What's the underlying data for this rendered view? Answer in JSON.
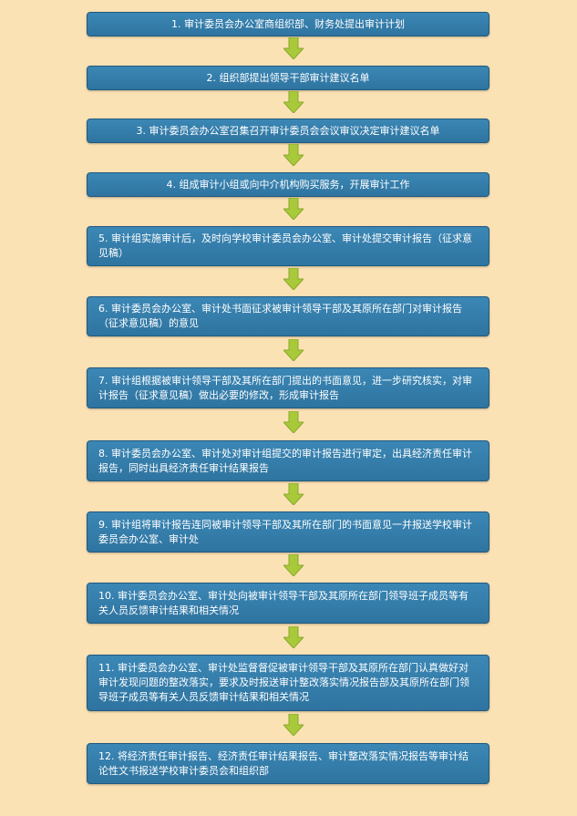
{
  "steps": [
    "1. 审计委员会办公室商组织部、财务处提出审计计划",
    "2. 组织部提出领导干部审计建议名单",
    "3. 审计委员会办公室召集召开审计委员会会议审议决定审计建议名单",
    "4. 组成审计小组或向中介机构购买服务，开展审计工作",
    "5. 审计组实施审计后，及时向学校审计委员会办公室、审计处提交审计报告（征求意见稿）",
    "6. 审计委员会办公室、审计处书面征求被审计领导干部及其原所在部门对审计报告（征求意见稿）的意见",
    "7. 审计组根据被审计领导干部及其所在部门提出的书面意见，进一步研究核实，对审计报告（征求意见稿）做出必要的修改，形成审计报告",
    "8. 审计委员会办公室、审计处对审计组提交的审计报告进行审定，出具经济责任审计报告，同时出具经济责任审计结果报告",
    "9. 审计组将审计报告连同被审计领导干部及其所在部门的书面意见一并报送学校审计委员会办公室、审计处",
    "10. 审计委员会办公室、审计处向被审计领导干部及其原所在部门领导班子成员等有关人员反馈审计结果和相关情况",
    "11. 审计委员会办公室、审计处监督督促被审计领导干部及其原所在部门认真做好对审计发现问题的整改落实，要求及时报送审计整改落实情况报告部及其原所在部门领导班子成员等有关人员反馈审计结果和相关情况",
    "12. 将经济责任审计报告、经济责任审计结果报告、审计整改落实情况报告等审计结论性文书报送学校审计委员会和组织部"
  ],
  "colors": {
    "background": "#fbe2b4",
    "box": "#3480ad",
    "arrow": "#a8c93a"
  }
}
